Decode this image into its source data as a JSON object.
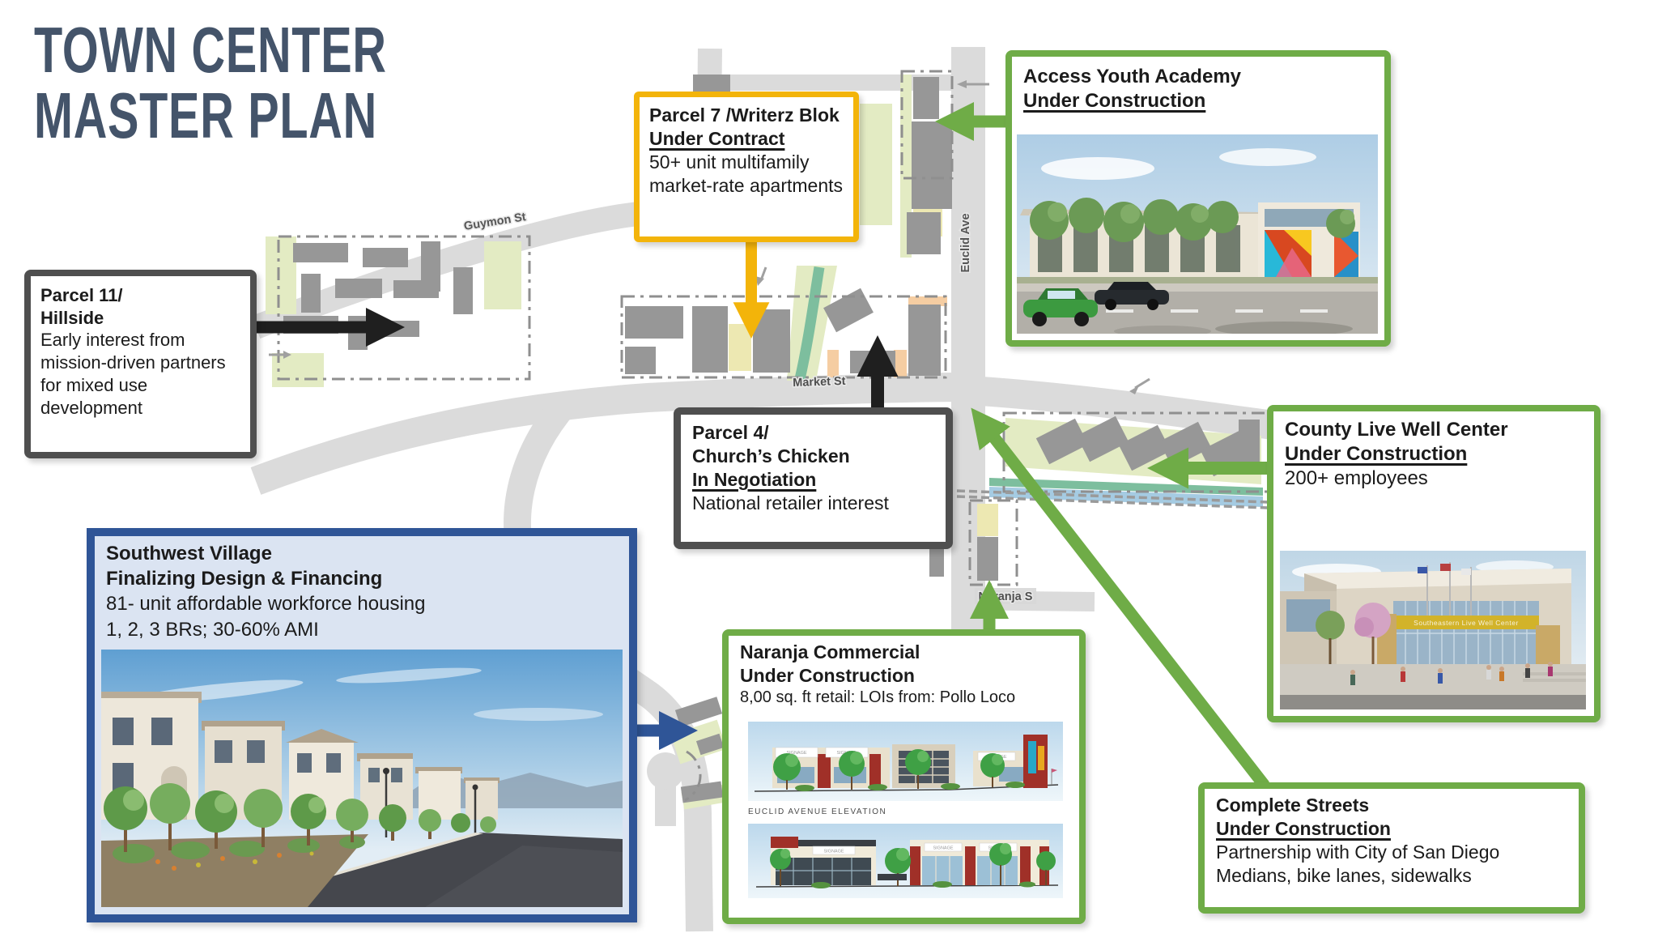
{
  "title": {
    "line1": "TOWN CENTER",
    "line2": "MASTER PLAN"
  },
  "colors": {
    "title": "#44546A",
    "gold": "#F3B40A",
    "green": "#6FAC47",
    "dark_gray": "#4F4F4F",
    "blue": "#2F5597",
    "blue_fill": "#DBE4F2"
  },
  "map": {
    "streets": {
      "guymon": "Guymon St",
      "market": "Market St",
      "euclid": "Euclid Ave",
      "naranja": "Naranja S"
    }
  },
  "callouts": {
    "parcel7": {
      "title": "Parcel 7 /Writerz Blok",
      "status": "Under Contract",
      "body": "50+ unit multifamily market-rate apartments"
    },
    "access_youth": {
      "title": "Access Youth Academy",
      "status": "Under Construction"
    },
    "parcel11": {
      "title_line1": "Parcel 11/",
      "title_line2": "Hillside",
      "body": "Early interest from mission-driven partners for mixed use development"
    },
    "parcel4": {
      "title_line1": "Parcel 4/",
      "title_line2": "Church’s Chicken",
      "status": "In Negotiation",
      "body": "National retailer interest"
    },
    "county": {
      "title": "County Live Well Center",
      "status": "Under Construction",
      "body": "200+ employees",
      "photo_banner": "Southeastern Live Well Center"
    },
    "southwest": {
      "title": "Southwest Village",
      "subtitle": "Finalizing Design & Financing",
      "body1": "81- unit affordable workforce housing",
      "body2": "1, 2, 3 BRs; 30-60% AMI"
    },
    "naranja": {
      "title": "Naranja Commercial",
      "status": "Under Construction",
      "body": "8,00 sq. ft retail: LOIs from: Pollo Loco",
      "caption": "EUCLID AVENUE ELEVATION",
      "signage": "SIGNAGE"
    },
    "complete_streets": {
      "title": "Complete Streets",
      "status": "Under Construction",
      "body1": "Partnership with City of San Diego",
      "body2": "Medians, bike lanes, sidewalks"
    }
  }
}
